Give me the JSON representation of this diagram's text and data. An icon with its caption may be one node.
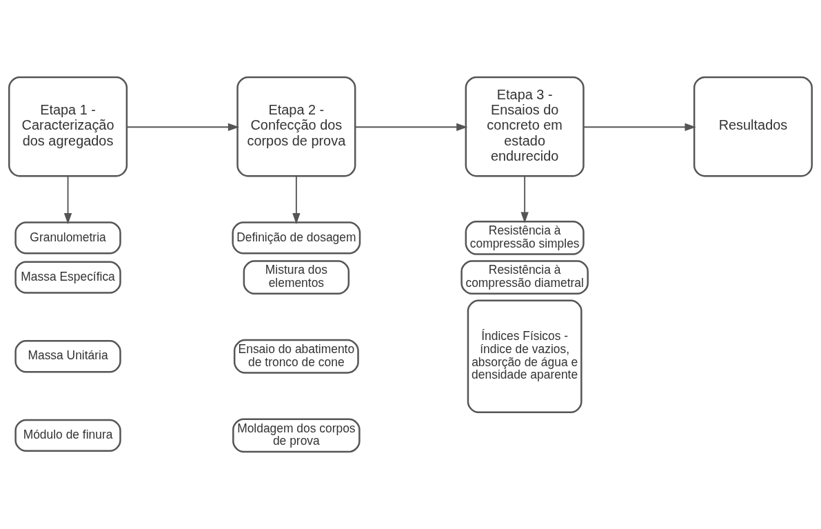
{
  "diagram": {
    "nodes": [
      {
        "text": [
          "Etapa 1 - Caracterização dos agregados"
        ]
      },
      {
        "text": [
          "Etapa 2 - Confecção dos corpos de prova"
        ]
      },
      {
        "text": [
          "Etapa 3 - Ensaios do concreto em estado endurecido"
        ]
      },
      {
        "text": [
          "Resultados"
        ]
      },
      {
        "text": [
          "Granulometria"
        ]
      },
      {
        "text": [
          "Massa Específica"
        ]
      },
      {
        "text": [
          "Massa Unitária"
        ]
      },
      {
        "text": [
          "Módulo de finura"
        ]
      },
      {
        "text": [
          "Definição de dosagem"
        ]
      },
      {
        "text": [
          "Mistura dos elementos"
        ]
      },
      {
        "text": [
          "Ensaio do abatimento de tronco de cone"
        ]
      },
      {
        "text": [
          "Moldagem dos corpos de prova"
        ]
      },
      {
        "text": [
          "Resistência à compressão simples"
        ]
      },
      {
        "text": [
          "Resistência à compressão diametral"
        ]
      },
      {
        "text": [
          "Índices Físicos - índice de vazios, absorção de água e densidade aparente"
        ]
      }
    ],
    "edges": [
      {
        "from": 0,
        "to": 1,
        "arrow": "to"
      },
      {
        "from": 1,
        "to": 2,
        "arrow": "to"
      },
      {
        "from": 2,
        "to": 3,
        "arrow": "to"
      },
      {
        "from": 0,
        "to": 4,
        "arrow": "to"
      },
      {
        "from": 1,
        "to": 8,
        "arrow": "to"
      },
      {
        "from": 2,
        "to": 12,
        "arrow": "to"
      }
    ]
  }
}
